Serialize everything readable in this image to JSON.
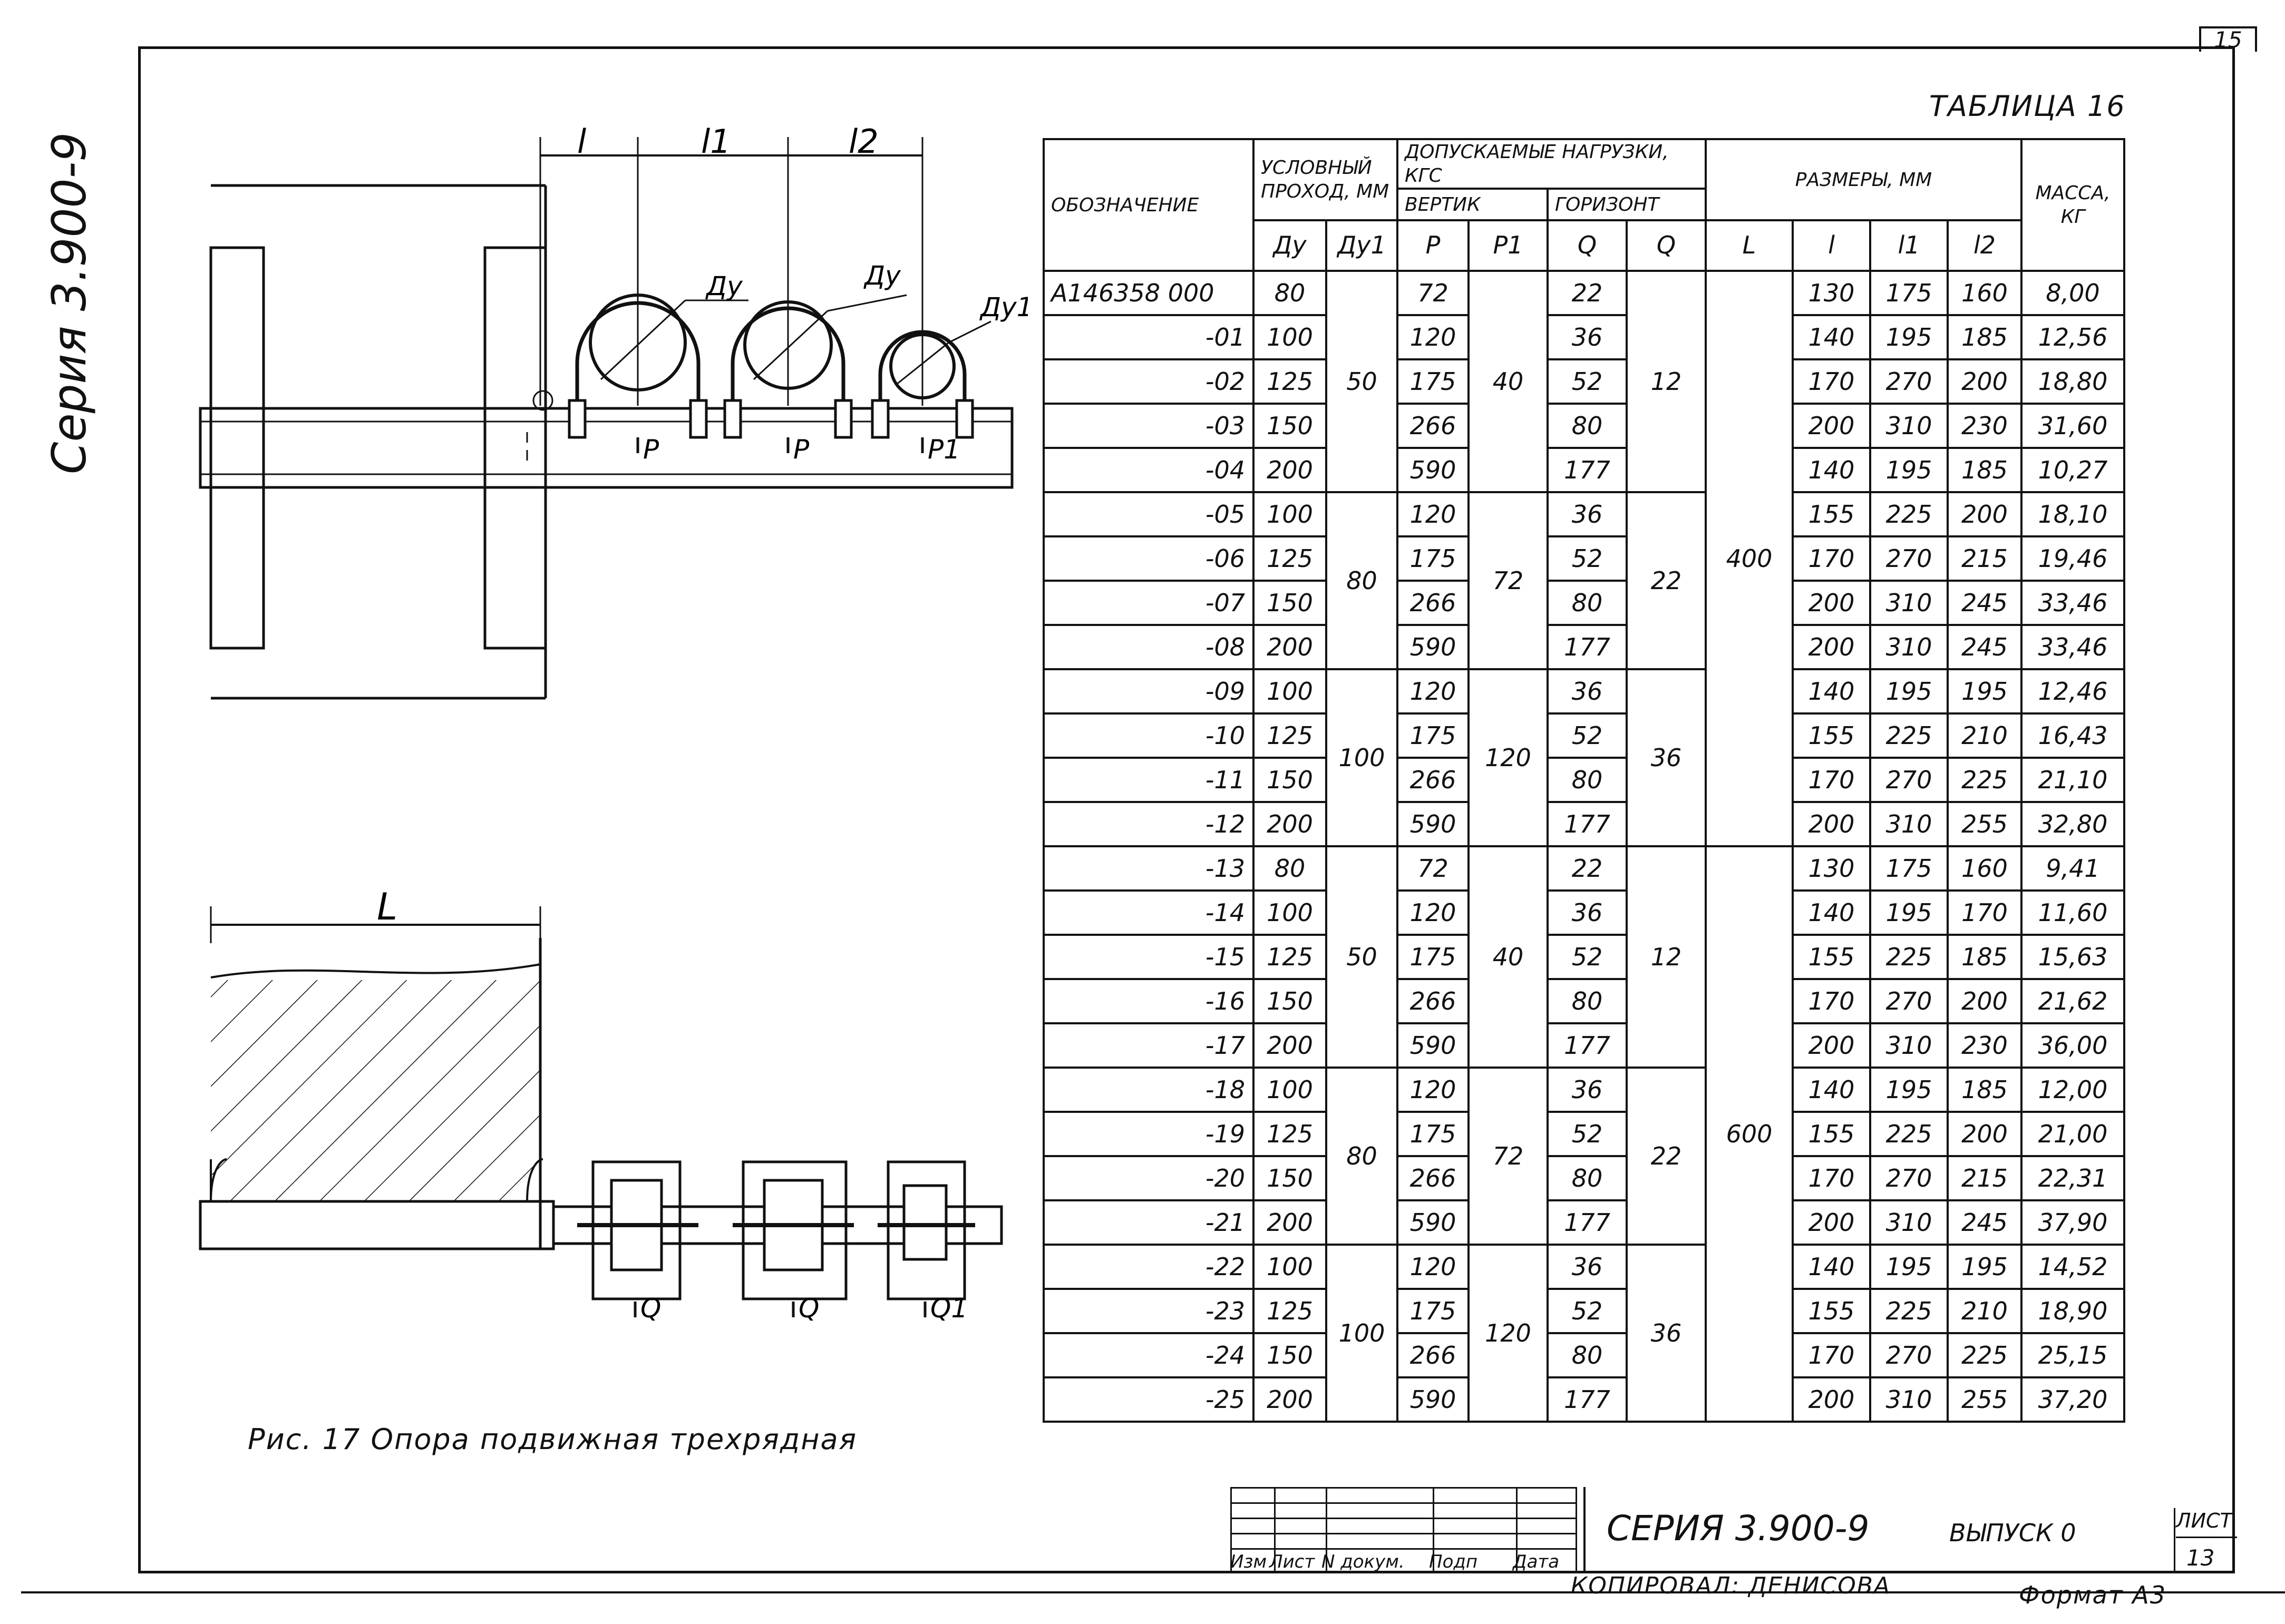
{
  "page": {
    "corner_number": "15",
    "series_side": "Серия 3.900-9"
  },
  "table": {
    "title": "ТАБЛИЦА 16",
    "headers": {
      "designation": "ОБОЗНАЧЕНИЕ",
      "nominal": "УСЛОВНЫЙ ПРОХОД, ММ",
      "loads": "ДОПУСКАЕМЫЕ НАГРУЗКИ, КГС",
      "vertical": "ВЕРТИК",
      "horizontal": "ГОРИЗОНТ",
      "sizes": "РАЗМЕРЫ, ММ",
      "mass": "МАССА, КГ",
      "du": "Ду",
      "du1": "Ду1",
      "p": "P",
      "p1": "P1",
      "q": "Q",
      "q1": "Q",
      "L": "L",
      "l": "l",
      "l1": "l1",
      "l2": "l2"
    },
    "rows": [
      {
        "code": "А146358 000",
        "du": "80",
        "p": "72",
        "q": "22",
        "l": "130",
        "l1": "175",
        "l2": "160",
        "mass": "8,00"
      },
      {
        "code": "-01",
        "du": "100",
        "p": "120",
        "q": "36",
        "l": "140",
        "l1": "195",
        "l2": "185",
        "mass": "12,56"
      },
      {
        "code": "-02",
        "du": "125",
        "p": "175",
        "q": "52",
        "l": "170",
        "l1": "270",
        "l2": "200",
        "mass": "18,80"
      },
      {
        "code": "-03",
        "du": "150",
        "p": "266",
        "q": "80",
        "l": "200",
        "l1": "310",
        "l2": "230",
        "mass": "31,60"
      },
      {
        "code": "-04",
        "du": "200",
        "p": "590",
        "q": "177",
        "l": "140",
        "l1": "195",
        "l2": "185",
        "mass": "10,27"
      },
      {
        "code": "-05",
        "du": "100",
        "p": "120",
        "q": "36",
        "l": "155",
        "l1": "225",
        "l2": "200",
        "mass": "18,10"
      },
      {
        "code": "-06",
        "du": "125",
        "p": "175",
        "q": "52",
        "l": "170",
        "l1": "270",
        "l2": "215",
        "mass": "19,46"
      },
      {
        "code": "-07",
        "du": "150",
        "p": "266",
        "q": "80",
        "l": "200",
        "l1": "310",
        "l2": "245",
        "mass": "33,46"
      },
      {
        "code": "-08",
        "du": "200",
        "p": "590",
        "q": "177",
        "l": "200",
        "l1": "310",
        "l2": "245",
        "mass": "33,46"
      },
      {
        "code": "-09",
        "du": "100",
        "p": "120",
        "q": "36",
        "l": "140",
        "l1": "195",
        "l2": "195",
        "mass": "12,46"
      },
      {
        "code": "-10",
        "du": "125",
        "p": "175",
        "q": "52",
        "l": "155",
        "l1": "225",
        "l2": "210",
        "mass": "16,43"
      },
      {
        "code": "-11",
        "du": "150",
        "p": "266",
        "q": "80",
        "l": "170",
        "l1": "270",
        "l2": "225",
        "mass": "21,10"
      },
      {
        "code": "-12",
        "du": "200",
        "p": "590",
        "q": "177",
        "l": "200",
        "l1": "310",
        "l2": "255",
        "mass": "32,80"
      },
      {
        "code": "-13",
        "du": "80",
        "p": "72",
        "q": "22",
        "l": "130",
        "l1": "175",
        "l2": "160",
        "mass": "9,41"
      },
      {
        "code": "-14",
        "du": "100",
        "p": "120",
        "q": "36",
        "l": "140",
        "l1": "195",
        "l2": "170",
        "mass": "11,60"
      },
      {
        "code": "-15",
        "du": "125",
        "p": "175",
        "q": "52",
        "l": "155",
        "l1": "225",
        "l2": "185",
        "mass": "15,63"
      },
      {
        "code": "-16",
        "du": "150",
        "p": "266",
        "q": "80",
        "l": "170",
        "l1": "270",
        "l2": "200",
        "mass": "21,62"
      },
      {
        "code": "-17",
        "du": "200",
        "p": "590",
        "q": "177",
        "l": "200",
        "l1": "310",
        "l2": "230",
        "mass": "36,00"
      },
      {
        "code": "-18",
        "du": "100",
        "p": "120",
        "q": "36",
        "l": "140",
        "l1": "195",
        "l2": "185",
        "mass": "12,00"
      },
      {
        "code": "-19",
        "du": "125",
        "p": "175",
        "q": "52",
        "l": "155",
        "l1": "225",
        "l2": "200",
        "mass": "21,00"
      },
      {
        "code": "-20",
        "du": "150",
        "p": "266",
        "q": "80",
        "l": "170",
        "l1": "270",
        "l2": "215",
        "mass": "22,31"
      },
      {
        "code": "-21",
        "du": "200",
        "p": "590",
        "q": "177",
        "l": "200",
        "l1": "310",
        "l2": "245",
        "mass": "37,90"
      },
      {
        "code": "-22",
        "du": "100",
        "p": "120",
        "q": "36",
        "l": "140",
        "l1": "195",
        "l2": "195",
        "mass": "14,52"
      },
      {
        "code": "-23",
        "du": "125",
        "p": "175",
        "q": "52",
        "l": "155",
        "l1": "225",
        "l2": "210",
        "mass": "18,90"
      },
      {
        "code": "-24",
        "du": "150",
        "p": "266",
        "q": "80",
        "l": "170",
        "l1": "270",
        "l2": "225",
        "mass": "25,15"
      },
      {
        "code": "-25",
        "du": "200",
        "p": "590",
        "q": "177",
        "l": "200",
        "l1": "310",
        "l2": "255",
        "mass": "37,20"
      }
    ],
    "groups": [
      {
        "du1": "50",
        "p1": "40",
        "q1": "12"
      },
      {
        "du1": "80",
        "p1": "72",
        "q1": "22"
      },
      {
        "du1": "100",
        "p1": "120",
        "q1": "36"
      },
      {
        "du1": "50",
        "p1": "40",
        "q1": "12"
      },
      {
        "du1": "80",
        "p1": "72",
        "q1": "22"
      },
      {
        "du1": "100",
        "p1": "120",
        "q1": "36"
      }
    ],
    "L_values": [
      "400",
      "600"
    ]
  },
  "figure": {
    "caption": "Рис. 17 Опора подвижная трехрядная",
    "labels": {
      "l": "l",
      "l1": "l1",
      "l2": "l2",
      "du": "Ду",
      "du1": "Ду1",
      "p": "P",
      "p1": "P1",
      "L": "L",
      "q": "Q",
      "q1": "Q1"
    }
  },
  "title_block": {
    "series": "СЕРИЯ 3.900-9",
    "issue": "ВЫПУСК 0",
    "sheet_label": "ЛИСТ",
    "sheet_number": "13",
    "col_labels": [
      "Изм",
      "Лист",
      "N докум.",
      "Подп",
      "Дата"
    ]
  },
  "footer": {
    "copied_by": "КОПИРОВАЛ: ДЕНИСОВА",
    "format": "Формат А3"
  }
}
